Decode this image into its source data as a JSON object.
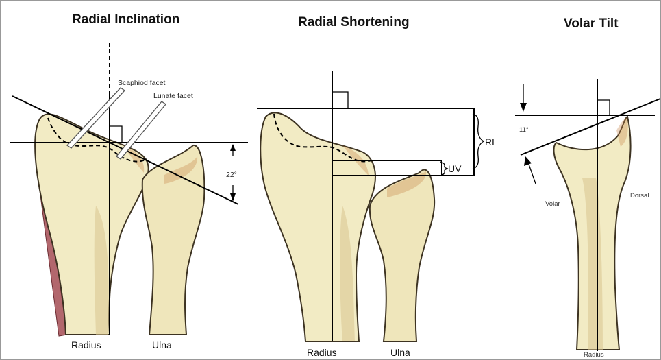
{
  "panels": [
    {
      "title": "Radial Inclination",
      "labels": {
        "scaphoid_facet": "Scaphiod facet",
        "lunate_facet": "Lunate facet",
        "angle": "22°",
        "radius": "Radius",
        "ulna": "Ulna"
      }
    },
    {
      "title": "Radial Shortening",
      "labels": {
        "rl": "RL",
        "uv": "UV",
        "radius": "Radius",
        "ulna": "Ulna"
      }
    },
    {
      "title": "Volar Tilt",
      "labels": {
        "angle": "11°",
        "volar": "Volar",
        "dorsal": "Dorsal",
        "radius": "Radius"
      }
    }
  ],
  "colors": {
    "bone_fill": "#f2ebc4",
    "bone_outline": "#3d3322",
    "muscle": "#b2676d",
    "lines": "#000000"
  }
}
